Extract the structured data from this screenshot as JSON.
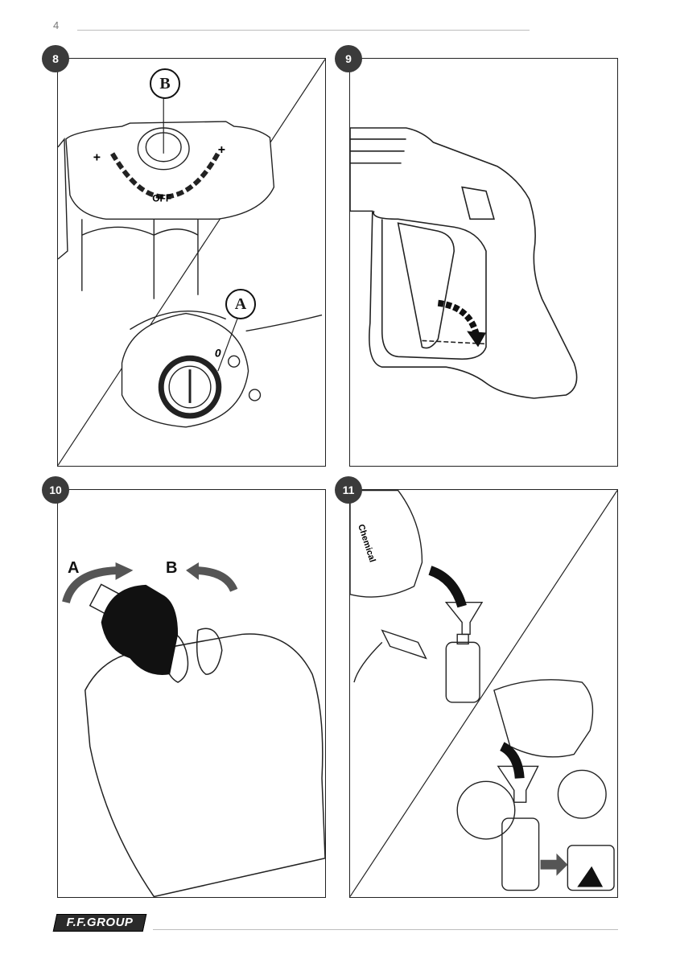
{
  "header": {
    "page_number": "4"
  },
  "footer": {
    "brand": "F.F.GROUP"
  },
  "figures": [
    {
      "number": "8",
      "callouts": {
        "a": "A",
        "b": "B"
      },
      "dial_text": "OFF",
      "knob_marks": {
        "zero": "0"
      }
    },
    {
      "number": "9"
    },
    {
      "number": "10",
      "arrows": {
        "a": "A",
        "b": "B"
      }
    },
    {
      "number": "11",
      "bottle_label": "Chemical"
    }
  ]
}
